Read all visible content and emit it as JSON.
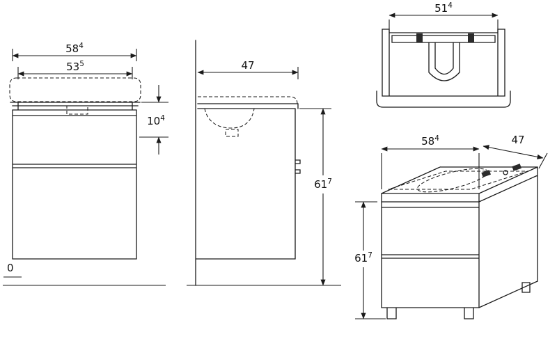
{
  "colors": {
    "line": "#1a1a1a",
    "background": "#ffffff"
  },
  "views": {
    "front": {
      "dim_width_outer": {
        "v": "58",
        "s": "4"
      },
      "dim_width_basin": {
        "v": "53",
        "s": "5"
      },
      "dim_basin_height": {
        "v": "10",
        "s": "4"
      },
      "ground_level": {
        "v": "0"
      }
    },
    "side": {
      "dim_depth": {
        "v": "47"
      },
      "dim_height": {
        "v": "61",
        "s": "7"
      }
    },
    "top": {
      "dim_inner_width": {
        "v": "51",
        "s": "4"
      }
    },
    "perspective": {
      "dim_width": {
        "v": "58",
        "s": "4"
      },
      "dim_depth": {
        "v": "47"
      },
      "dim_height": {
        "v": "61",
        "s": "7"
      }
    }
  }
}
